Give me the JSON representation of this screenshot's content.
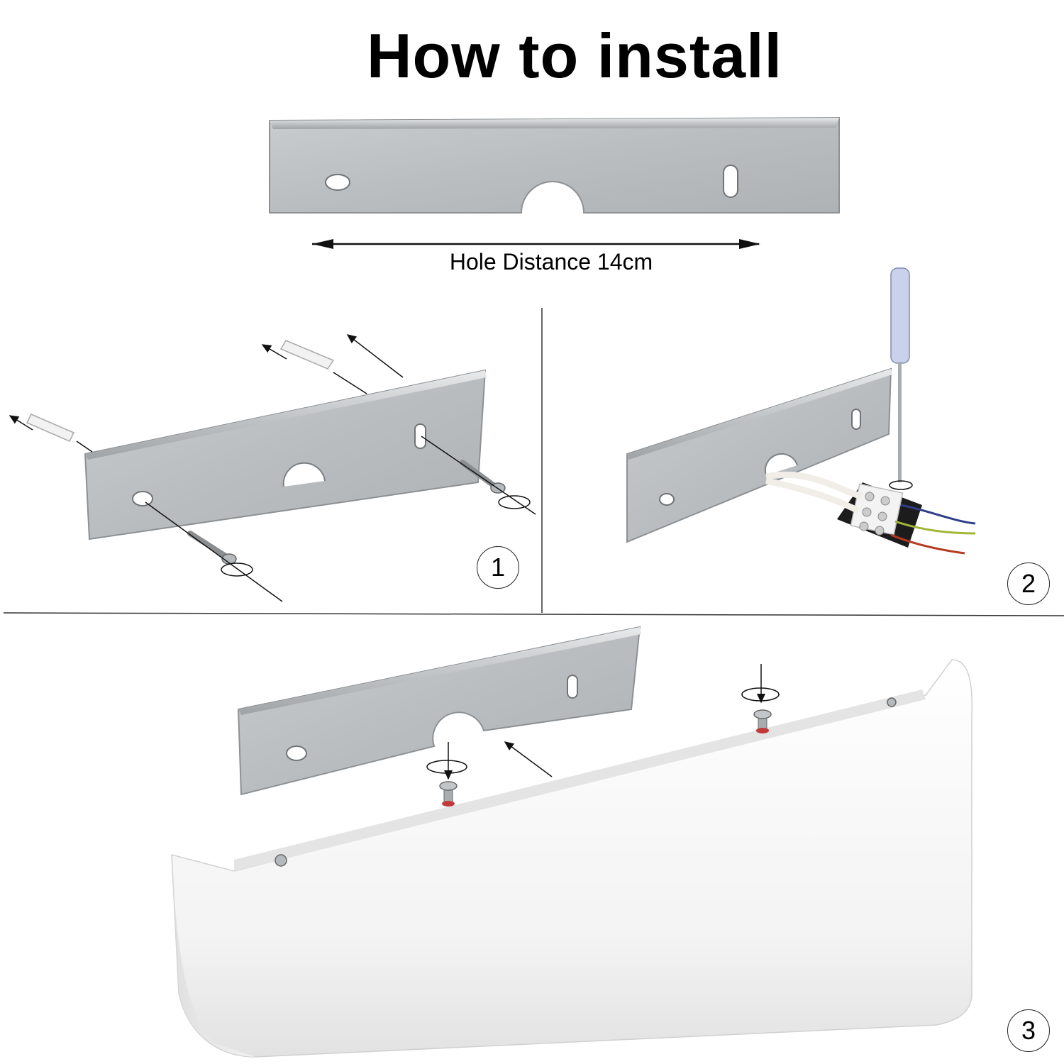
{
  "title": "How to install",
  "bracket_top": {
    "dimension_label": "Hole Distance 14cm"
  },
  "steps": [
    {
      "number": "1"
    },
    {
      "number": "2"
    },
    {
      "number": "3"
    }
  ]
}
